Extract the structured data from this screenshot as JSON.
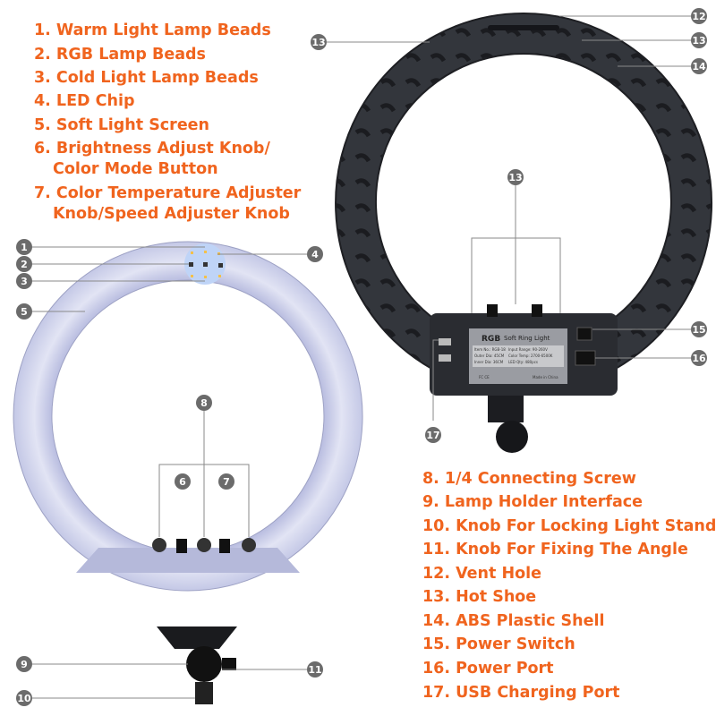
{
  "colors": {
    "label": "#f0641e",
    "callout": "#6b6b6b",
    "ring_front": "#c9cde8",
    "ring_back": "#2e3036"
  },
  "labels_left": [
    "1. Warm Light Lamp Beads",
    "2. RGB Lamp Beads",
    "3. Cold Light Lamp Beads",
    "4. LED Chip",
    "5. Soft Light Screen",
    "6. Brightness Adjust Knob/",
    "Color Mode Button",
    "7. Color Temperature Adjuster",
    "Knob/Speed Adjuster Knob"
  ],
  "labels_right": [
    "8. 1/4 Connecting Screw",
    "9. Lamp Holder Interface",
    "10. Knob For Locking Light Stand",
    "11. Knob For Fixing The Angle",
    "12. Vent Hole",
    "13. Hot Shoe",
    "14. ABS Plastic Shell",
    "15. Power Switch",
    "16. Power Port",
    "17. USB Charging Port"
  ],
  "callouts": [
    "1",
    "2",
    "3",
    "4",
    "5",
    "6",
    "7",
    "8",
    "9",
    "10",
    "11",
    "12",
    "13",
    "13",
    "14",
    "13",
    "15",
    "16",
    "17"
  ],
  "product_label": {
    "brand": "RGB",
    "name": "Soft Ring Light",
    "rows": [
      "Item No.: RGB-18",
      "Input Range: 90-260V",
      "Outer Dia: 45CM",
      "Color Temp: 2700-6500K",
      "Inner Dia: 36CM",
      "LED Qty: 480pcs"
    ],
    "certs": "FC CE",
    "origin": "Made in China"
  }
}
